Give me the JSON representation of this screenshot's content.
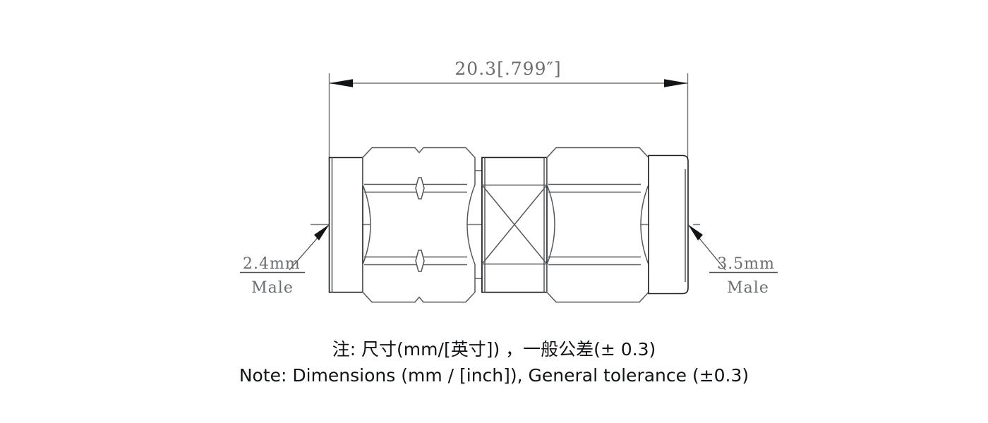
{
  "drawing": {
    "type": "mechanical-outline-drawing",
    "subject": "RF coaxial adapter, 2.4mm male to 3.5mm male",
    "dimension": {
      "label": "20.3[.799″]",
      "value_mm": 20.3,
      "value_inch": 0.799,
      "span": "overall length"
    },
    "left_label": {
      "size": "2.4mm",
      "gender": "Male"
    },
    "right_label": {
      "size": "3.5mm",
      "gender": "Male"
    },
    "colors": {
      "line": "#55595c",
      "line_dark": "#1d2023",
      "text": "#6a6e71",
      "note_text": "#111416",
      "background": "#ffffff"
    }
  },
  "notes": {
    "line_cn": "注: 尺寸(mm/[英寸]) ，一般公差(± 0.3)",
    "line_en": "Note: Dimensions (mm / [inch]), General tolerance (±0.3)"
  }
}
